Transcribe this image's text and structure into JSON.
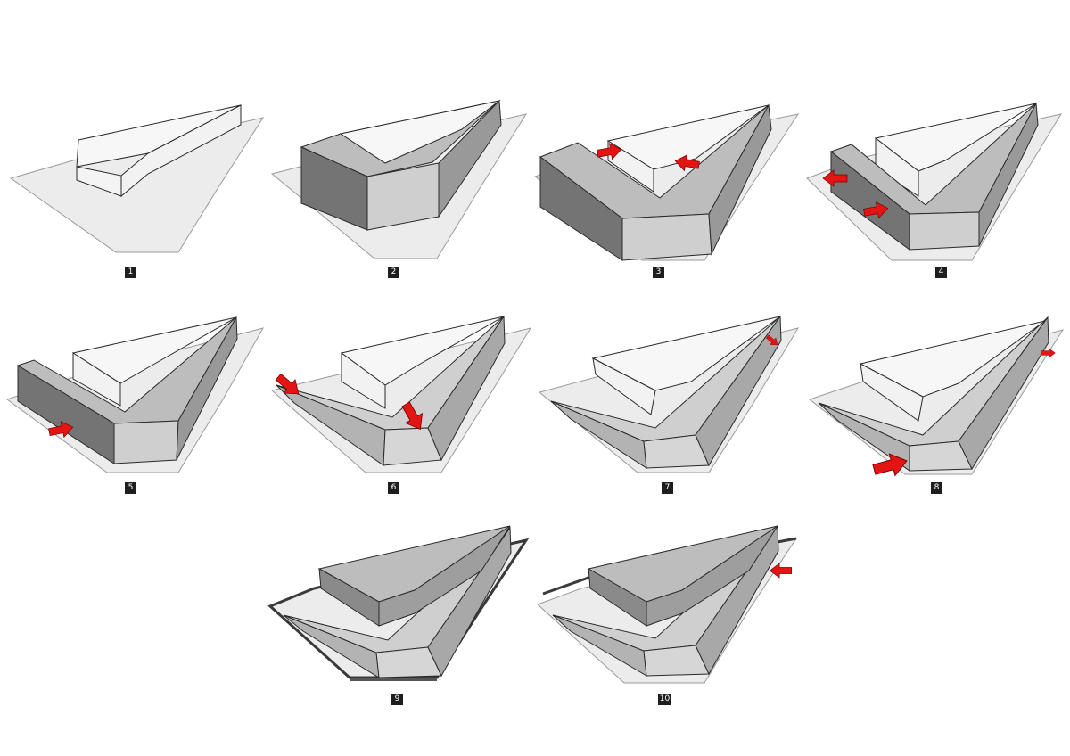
{
  "diagram": {
    "steps": [
      {
        "label": "1"
      },
      {
        "label": "2"
      },
      {
        "label": "3"
      },
      {
        "label": "4"
      },
      {
        "label": "5"
      },
      {
        "label": "6"
      },
      {
        "label": "7"
      },
      {
        "label": "8"
      },
      {
        "label": "9"
      },
      {
        "label": "10"
      }
    ],
    "colors": {
      "background": "#ffffff",
      "site": "#ececec",
      "site_outline": "#9a9a9a",
      "box_white": "#f7f7f7",
      "volume_mid": "#bdbdbd",
      "volume_light": "#d2d2d2",
      "volume_dark": "#777777",
      "edge": "#2a2a2a",
      "arrow": "#e31414",
      "label_bg": "#1e1e1e",
      "label_text": "#ffffff"
    },
    "icons": [
      "push-arrow-icon"
    ]
  }
}
